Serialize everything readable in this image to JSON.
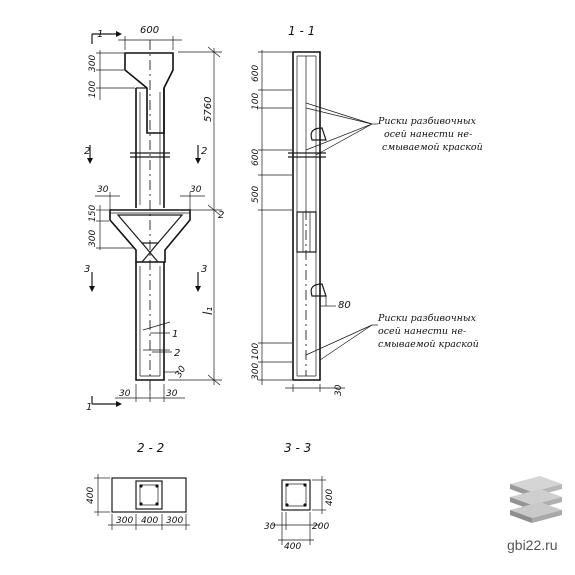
{
  "views": {
    "elevation": {
      "section_mark": "1",
      "dimensions": {
        "top_width": "600",
        "head_height": "300",
        "head_taper": "100",
        "total_height": "5760",
        "web_step_left": "30",
        "web_step_right": "30",
        "bracket_top": "150",
        "bracket_height": "300",
        "bottom_left": "30",
        "bottom_right": "30",
        "bottom_offset": "30",
        "length_symbol": "l₁"
      },
      "section_marks": {
        "left_2": "2",
        "right_2": "2",
        "left_3": "3",
        "right_3": "3",
        "top_1": "1",
        "bottom_1": "1"
      },
      "callouts": {
        "item_1": "1",
        "item_2": "2"
      }
    },
    "section_1_1": {
      "title": "1 - 1",
      "dimensions": {
        "top": "600",
        "d100_upper": "100",
        "d600_mid": "600",
        "d500": "500",
        "d80": "80",
        "d100_lower": "100",
        "d300_bottom": "300",
        "d30_bottom": "30"
      },
      "note_upper": [
        "Риски разбивочных",
        "осей нанести не-",
        "смываемой краской"
      ],
      "note_lower": [
        "Риски разбивочных",
        "осей нанести не-",
        "смываемой краской"
      ]
    },
    "section_2_2": {
      "title": "2 - 2",
      "dimensions": {
        "height": "400",
        "left": "300",
        "mid": "400",
        "right": "300"
      }
    },
    "section_3_3": {
      "title": "3 - 3",
      "dimensions": {
        "height": "400",
        "left": "30",
        "right": "200",
        "width": "400"
      }
    }
  },
  "watermark": {
    "text": "gbi22.ru",
    "icon": "stacked-slabs-icon"
  }
}
